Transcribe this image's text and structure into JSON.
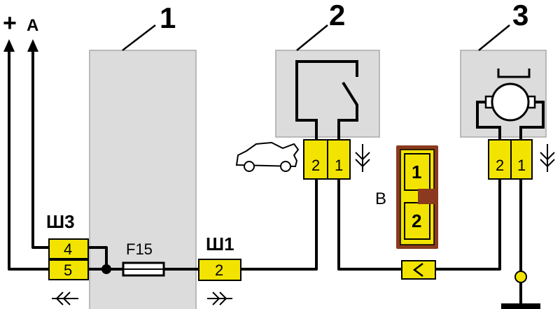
{
  "labels": {
    "block1": "1",
    "block2": "2",
    "block3": "3",
    "plus": "+",
    "a": "A",
    "sh3": "Ш3",
    "sh1": "Ш1",
    "fuse": "F15",
    "b": "B"
  },
  "pins": {
    "sh3_top": "4",
    "sh3_bottom": "5",
    "sh1": "2",
    "sw_left": "2",
    "sw_right": "1",
    "lamp_left": "2",
    "lamp_right": "1",
    "b_top": "1",
    "b_bottom": "2"
  },
  "colors": {
    "connector": "#f2e400",
    "block": "#dcdcdc",
    "block_b": "#8a3a1e"
  },
  "icons": [
    "car-trunk-open-icon",
    "lamp-icon",
    "switch-icon",
    "ground-icon",
    "fuse-icon"
  ]
}
